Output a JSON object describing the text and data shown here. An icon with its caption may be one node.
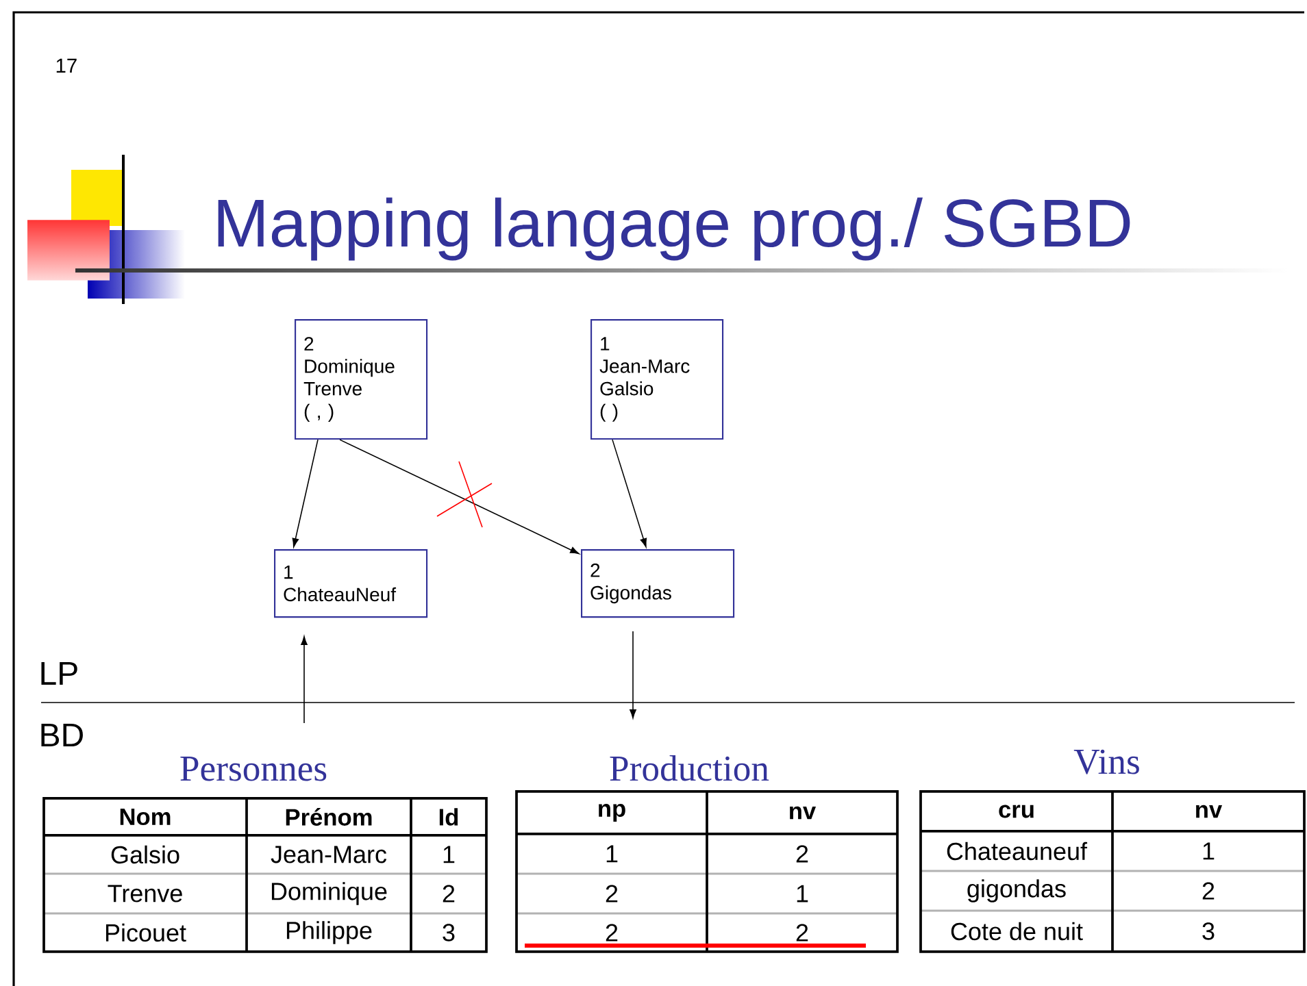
{
  "diagram": {
    "title": "Mapping langage prog./ SGBD",
    "nodes": [
      {
        "text": [
          "2",
          "Dominique",
          "Trenve",
          "( , )"
        ]
      },
      {
        "text": [
          "1",
          "Jean-Marc",
          "Galsio",
          "( )"
        ]
      },
      {
        "text": [
          "1",
          "ChateauNeuf"
        ]
      },
      {
        "text": [
          "2",
          "Gigondas"
        ]
      }
    ],
    "edges": [
      {
        "from": 0,
        "to": 2,
        "arrow": "to"
      },
      {
        "from": 0,
        "to": 3,
        "arrow": "to"
      },
      {
        "from": 1,
        "to": 3,
        "arrow": "to"
      },
      {
        "from": null,
        "to": 2,
        "arrow": "to"
      },
      {
        "from": 3,
        "to": null,
        "arrow": "to"
      }
    ],
    "labels": [
      "17",
      "LP",
      "BD",
      "Personnes",
      "Nom",
      "Prénom",
      "Id",
      "Galsio",
      "Jean-Marc",
      "1",
      "Trenve",
      "Dominique",
      "2",
      "Picouet",
      "Philippe",
      "3",
      "Production",
      "np",
      "nv",
      "1",
      "2",
      "2",
      "1",
      "2",
      "2",
      "Vins",
      "cru",
      "nv",
      "Chateauneuf",
      "1",
      "gigondas",
      "2",
      "Cote de nuit",
      "3"
    ]
  }
}
